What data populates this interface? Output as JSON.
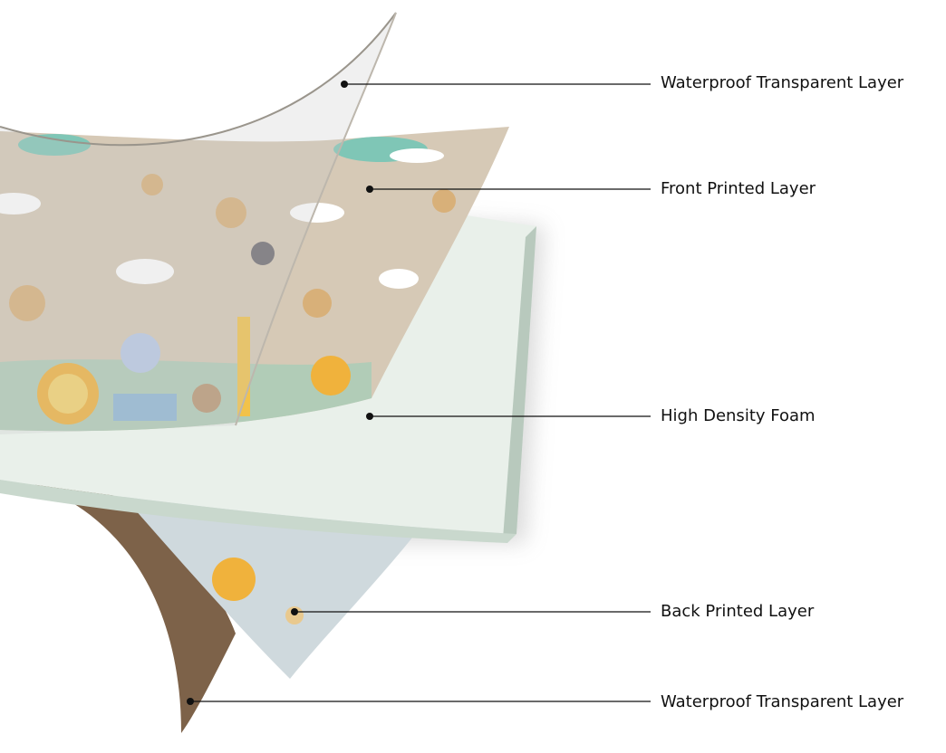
{
  "labels": [
    {
      "id": "waterproof-top",
      "text": "Waterproof Transparent Layer"
    },
    {
      "id": "front-printed",
      "text": "Front Printed Layer"
    },
    {
      "id": "foam",
      "text": "High Density Foam"
    },
    {
      "id": "back-printed",
      "text": "Back Printed Layer"
    },
    {
      "id": "waterproof-bottom",
      "text": "Waterproof Transparent Layer"
    }
  ],
  "colors": {
    "printed_layer": "#d6c9b6",
    "foam": "#e9f0ea",
    "foam_edge": "#b8c9bd",
    "bottom_sheet": "#7d6249",
    "leader_line": "#111111"
  }
}
